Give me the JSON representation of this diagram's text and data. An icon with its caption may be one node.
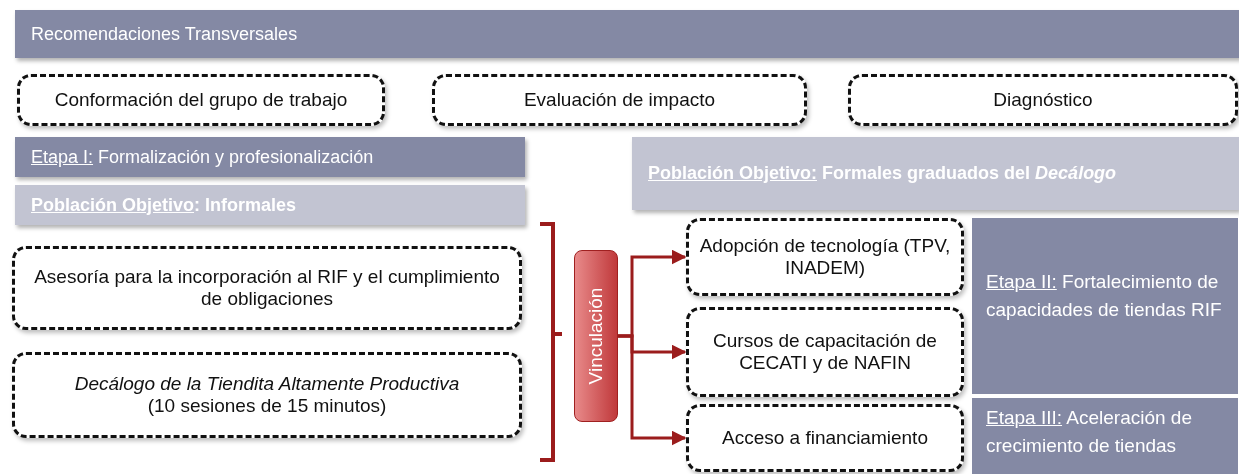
{
  "diagram": {
    "nodes": [
      {
        "text": [
          "Recomendaciones Transversales"
        ]
      },
      {
        "text": [
          "Conformación del grupo de trabajo"
        ]
      },
      {
        "text": [
          "Evaluación de impacto"
        ]
      },
      {
        "text": [
          "Diagnóstico"
        ]
      },
      {
        "text": [
          "Etapa I:",
          "Formalización y profesionalización"
        ]
      },
      {
        "text": [
          "Población Objetivo",
          ": Informales"
        ]
      },
      {
        "text": [
          "Asesoría para la incorporación al RIF y el cumplimiento de obligaciones"
        ]
      },
      {
        "text": [
          "Decálogo de la Tiendita Altamente Productiva",
          "(10 sesiones de 15 minutos)"
        ]
      },
      {
        "text": [
          "Población Objetivo:",
          "Formales graduados del *Decálogo*"
        ]
      },
      {
        "text": [
          "Vinculación"
        ]
      },
      {
        "text": [
          "Adopción de tecnología (TPV, INADEM)"
        ]
      },
      {
        "text": [
          "Cursos de capacitación de CECATI  y de NAFIN"
        ]
      },
      {
        "text": [
          "Acceso a financiamiento"
        ]
      },
      {
        "text": [
          "Etapa II:",
          "Fortalecimiento de capacidades de tiendas RIF"
        ]
      },
      {
        "text": [
          "Etapa III:",
          "Aceleración de crecimiento de tiendas"
        ]
      }
    ],
    "edges": [
      {
        "from": 9,
        "to": 10,
        "arrow": "to"
      },
      {
        "from": 9,
        "to": 11,
        "arrow": "to"
      },
      {
        "from": 9,
        "to": 12,
        "arrow": "to"
      }
    ]
  }
}
